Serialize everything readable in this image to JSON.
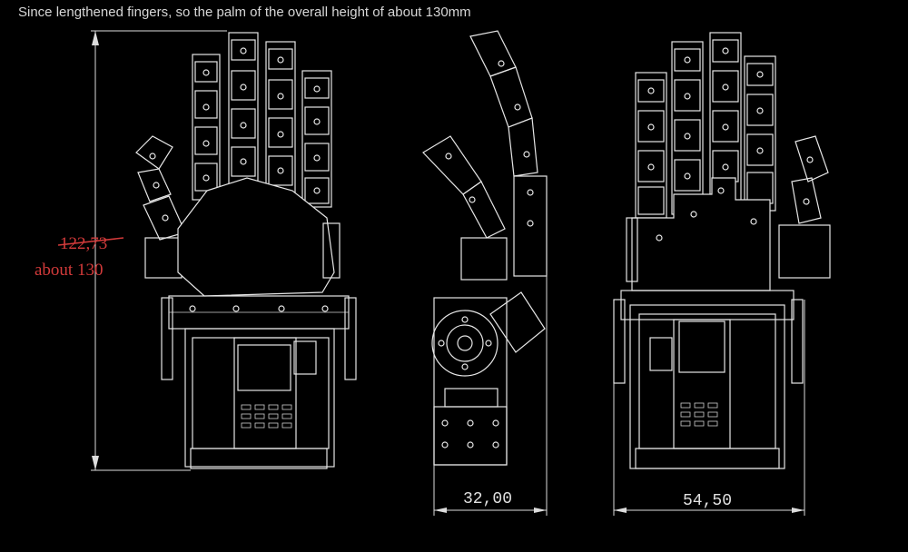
{
  "caption": "Since lengthened fingers, so the palm of the overall height of about 130mm",
  "annotations": {
    "old_height": "122,73",
    "new_height": "about 130",
    "side_width": "32,00",
    "back_width": "54,50"
  },
  "colors": {
    "background": "#000000",
    "line": "#e6e6e6",
    "annotation_red": "#d23a3a"
  }
}
